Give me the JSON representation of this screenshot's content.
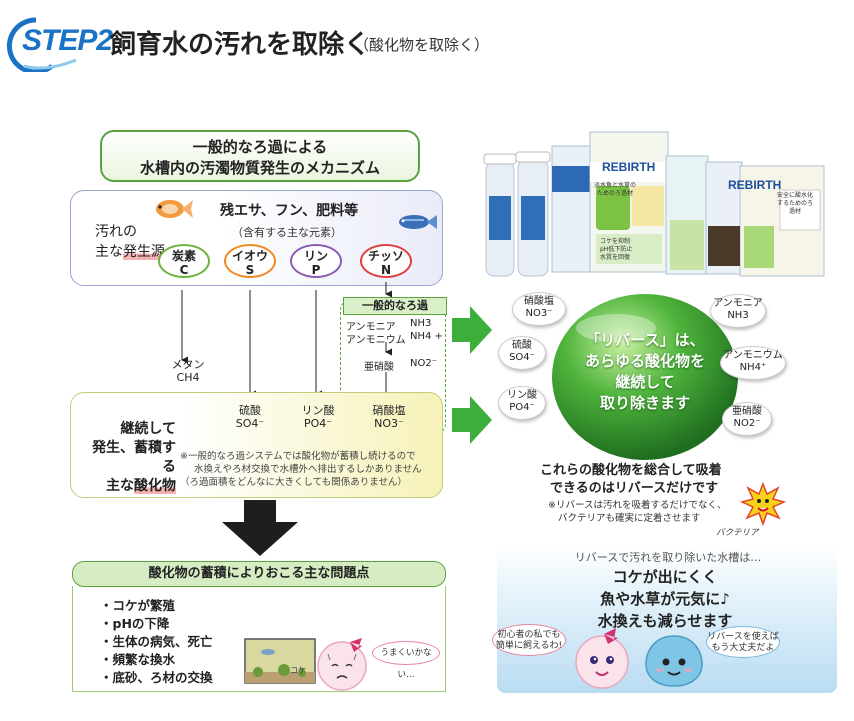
{
  "header": {
    "step_label": "STEP2",
    "title": "飼育水の汚れを取除く",
    "subtitle": "（酸化物を取除く）"
  },
  "mechanism": {
    "line1": "一般的なろ過による",
    "line2": "水槽内の汚濁物質発生のメカニズム"
  },
  "source": {
    "label_line1": "汚れの",
    "label_line2_prefix": "主な",
    "label_line2_highlight": "発生源",
    "residue": "残エサ、フン、肥料等",
    "contains": "（含有する主な元素）",
    "elements": [
      {
        "name": "炭素",
        "symbol": "C"
      },
      {
        "name": "イオウ",
        "symbol": "S"
      },
      {
        "name": "リン",
        "symbol": "P"
      },
      {
        "name": "チッソ",
        "symbol": "N"
      }
    ]
  },
  "flow": {
    "methane_line1": "メタン",
    "methane_line2": "CH4",
    "filter_title": "一般的なろ過",
    "ammonia": "アンモニア",
    "ammonia_formula": "NH3",
    "ammonium": "アンモニウム",
    "ammonium_formula": "NH4 +",
    "nitrite": "亜硝酸",
    "nitrite_formula": "NO2⁻",
    "sulfate_line1": "硫酸",
    "sulfate_line2": "SO4⁻",
    "phosphate_line1": "リン酸",
    "phosphate_line2": "PO4⁻",
    "nitrate_line1": "硝酸塩",
    "nitrate_line2": "NO3⁻"
  },
  "accumulation": {
    "label_line1": "継続して",
    "label_line2": "発生、蓄積する",
    "label_line3_prefix": "主な",
    "label_line3_highlight": "酸化物",
    "note_line1": "※一般的なろ過システムでは酸化物が蓄積し続けるので",
    "note_line2": "水換えやろ材交換で水槽外へ排出するしかありません",
    "note_line3": "（ろ過面積をどんなに大きくしても関係ありません）"
  },
  "problems": {
    "heading": "酸化物の蓄積によりおこる主な問題点",
    "items": [
      "・コケが繁殖",
      "・pHの下降",
      "・生体の病気、死亡",
      "・頻繁な換水",
      "・底砂、ろ材の交換"
    ],
    "tank_label": "コケ",
    "speech": "うまくいかない…"
  },
  "products": {
    "brand": "REBIRTH",
    "cards": [
      "淡水魚と水草のためのろ過材",
      "安全に酸水化するためのろ過材",
      "コケを抑制",
      "pH低下防止",
      "水質を回復"
    ]
  },
  "sphere": {
    "line1": "「リバース」は、",
    "line2": "あらゆる酸化物を",
    "line3": "継続して",
    "line4": "取り除きます",
    "bubbles": [
      {
        "name": "硝酸塩",
        "formula": "NO3⁻"
      },
      {
        "name": "硫酸",
        "formula": "SO4⁻"
      },
      {
        "name": "リン酸",
        "formula": "PO4⁻"
      },
      {
        "name": "アンモニア",
        "formula": "NH3"
      },
      {
        "name": "アンモニウム",
        "formula": "NH4⁺"
      },
      {
        "name": "亜硝酸",
        "formula": "NO2⁻"
      }
    ]
  },
  "summary": {
    "line1": "これらの酸化物を総合して吸着",
    "line2": "できるのはリバースだけです",
    "note_line1": "※リバースは汚れを吸着するだけでなく、",
    "note_line2": "バクテリアも確実に定着させます",
    "bacteria": "バクテリア"
  },
  "benefits": {
    "intro": "リバースで汚れを取り除いた水槽は…",
    "items": [
      "コケが出にくく",
      "魚や水草が元気に♪",
      "水換えも減らせます"
    ],
    "speech_left_line1": "初心者の私でも",
    "speech_left_line2": "簡単に飼えるわ!",
    "speech_right_line1": "リバースを使えば",
    "speech_right_line2": "もう大丈夫だよ"
  },
  "colors": {
    "step_blue": "#1a73c5",
    "green": "#5aa340",
    "sphere_green": "#3fa93a",
    "highlight_pink": "#f5b0b0"
  }
}
